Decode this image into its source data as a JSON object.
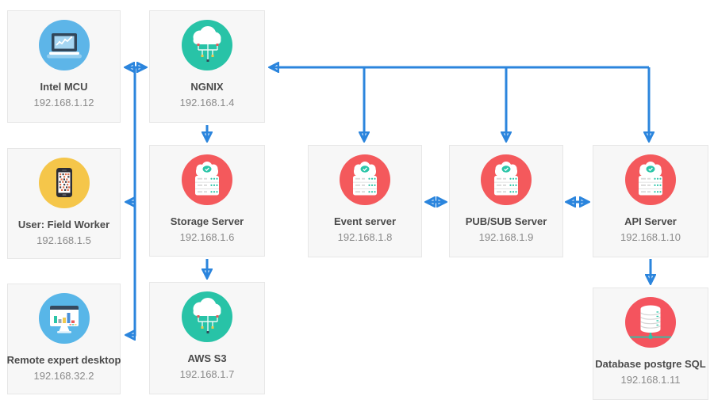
{
  "diagram": {
    "colors": {
      "arrow": "#2b85dd",
      "node_bg": "#f7f7f7",
      "node_border": "#e7e7e7",
      "label_text": "#4b4b4b",
      "ip_text": "#8a8a8a",
      "teal_icon": "#28c3a7",
      "red_icon": "#f4595c",
      "yellow_icon": "#f5c64a",
      "blue_icon": "#5db5e8"
    },
    "nodes": [
      {
        "id": "intel-mcu",
        "label": "Intel MCU",
        "ip": "192.168.1.12",
        "icon": "laptop-chart-icon"
      },
      {
        "id": "ngnix",
        "label": "NGNIX",
        "ip": "192.168.1.4",
        "icon": "cloud-network-icon"
      },
      {
        "id": "user-field-worker",
        "label": "User: Field Worker",
        "ip": "192.168.1.5",
        "icon": "phone-qr-icon"
      },
      {
        "id": "storage-server",
        "label": "Storage Server",
        "ip": "192.168.1.6",
        "icon": "server-icon"
      },
      {
        "id": "event-server",
        "label": "Event server",
        "ip": "192.168.1.8",
        "icon": "server-icon"
      },
      {
        "id": "pubsub-server",
        "label": "PUB/SUB Server",
        "ip": "192.168.1.9",
        "icon": "server-icon"
      },
      {
        "id": "api-server",
        "label": "API Server",
        "ip": "192.168.1.10",
        "icon": "server-icon"
      },
      {
        "id": "remote-expert-desktop",
        "label": "Remote expert desktop",
        "ip": "192.168.32.2",
        "icon": "monitor-chart-icon"
      },
      {
        "id": "aws-s3",
        "label": "AWS S3",
        "ip": "192.168.1.7",
        "icon": "cloud-network-icon"
      },
      {
        "id": "database-postgre-sql",
        "label": "Database postgre SQL",
        "ip": "192.168.1.11",
        "icon": "database-icon"
      }
    ],
    "connections": [
      {
        "a": "intel-mcu",
        "b": "ngnix",
        "arrows": "both"
      },
      {
        "a": "intel-ngnix-link",
        "b": "user-field-worker",
        "arrows": "into-b"
      },
      {
        "a": "intel-ngnix-link",
        "b": "remote-expert-desktop",
        "arrows": "into-b"
      },
      {
        "a": "ngnix",
        "b": "storage-server",
        "arrows": "into-b"
      },
      {
        "a": "storage-server",
        "b": "aws-s3",
        "arrows": "into-b"
      },
      {
        "a": "top-bus",
        "b": "ngnix",
        "arrows": "into-b"
      },
      {
        "a": "top-bus",
        "b": "event-server",
        "arrows": "into-b"
      },
      {
        "a": "top-bus",
        "b": "pubsub-server",
        "arrows": "into-b"
      },
      {
        "a": "top-bus",
        "b": "api-server",
        "arrows": "into-b"
      },
      {
        "a": "event-server",
        "b": "pubsub-server",
        "arrows": "both"
      },
      {
        "a": "pubsub-server",
        "b": "api-server",
        "arrows": "both"
      },
      {
        "a": "api-server",
        "b": "database-postgre-sql",
        "arrows": "into-b"
      }
    ]
  }
}
